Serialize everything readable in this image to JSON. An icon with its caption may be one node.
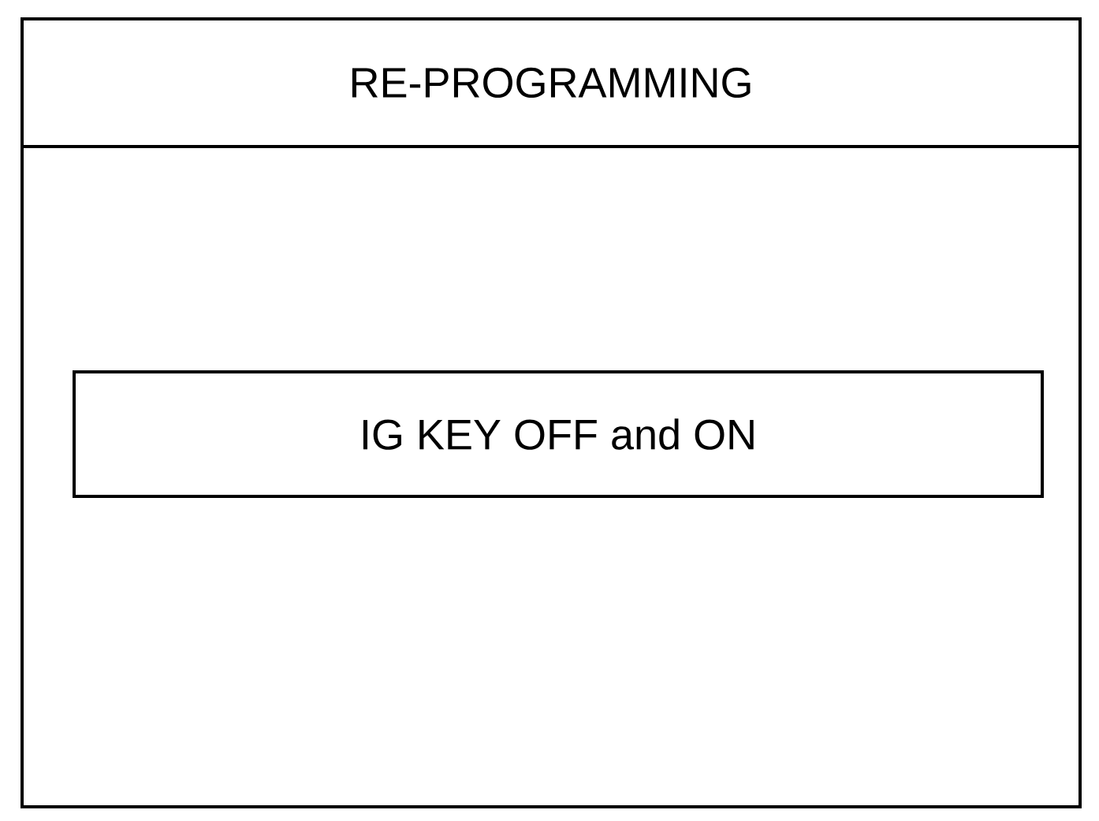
{
  "diagram": {
    "nodes": [
      {
        "text": [
          "RE-PROGRAMMING"
        ]
      },
      {
        "text": [
          "IG KEY OFF and ON"
        ],
        "in": 0
      }
    ]
  }
}
